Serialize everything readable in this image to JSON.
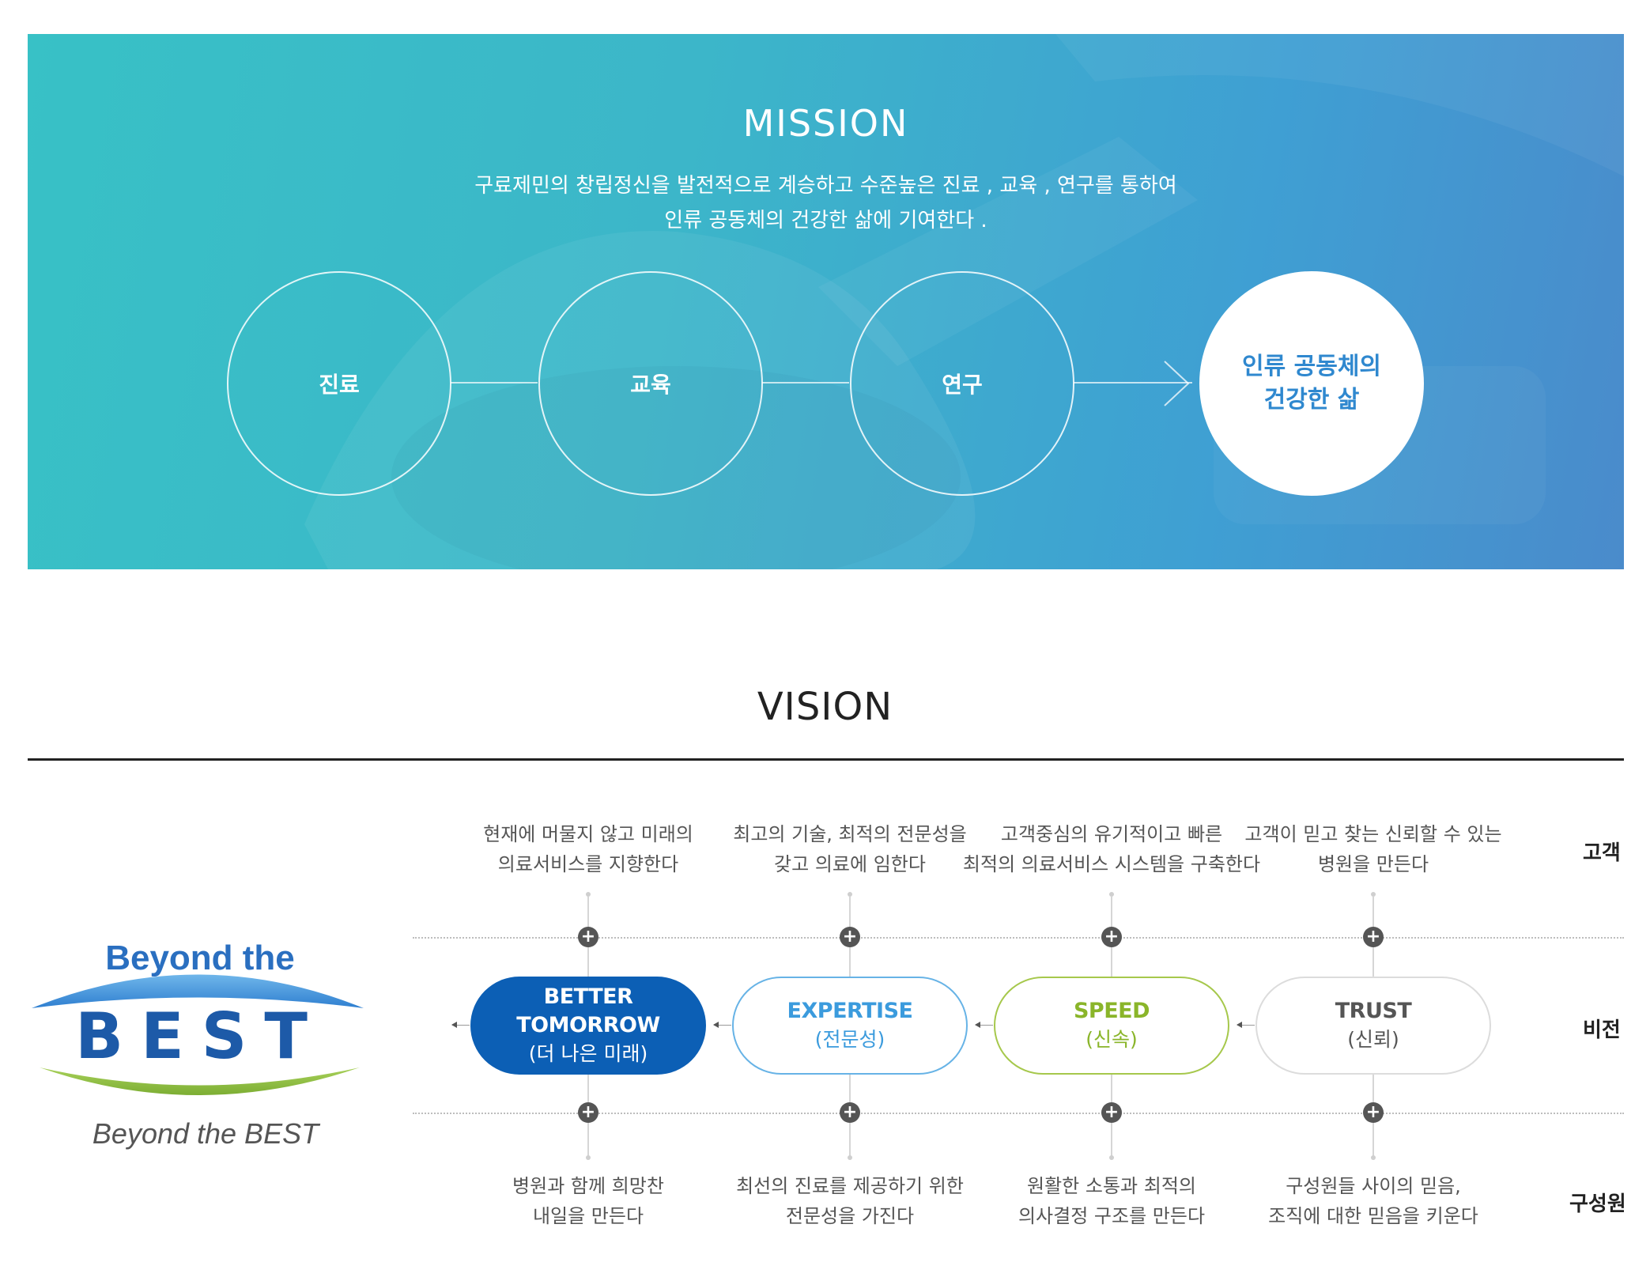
{
  "mission": {
    "title": "MISSION",
    "description_line1": "구료제민의 창립정신을 발전적으로 계승하고 수준높은 진료 , 교육 , 연구를 통하여",
    "description_line2": "인류 공동체의 건강한 삶에 기여한다 .",
    "circles": [
      "진료",
      "교육",
      "연구"
    ],
    "goal_line1": "인류 공동체의",
    "goal_line2": "건강한 삶"
  },
  "vision": {
    "title": "VISION",
    "logo_top_text": "Beyond the",
    "logo_main_text": "BEST",
    "logo_caption": "Beyond the BEST",
    "side_labels": {
      "top": "고객",
      "middle": "비전",
      "bottom": "구성원"
    },
    "columns": [
      {
        "top": [
          "현재에 머물지 않고 미래의",
          "의료서비스를 지향한다"
        ],
        "pill_title": "BETTER TOMORROW",
        "pill_sub": "(더 나은 미래)",
        "bottom": [
          "병원과 함께 희망찬",
          "내일을 만든다"
        ]
      },
      {
        "top": [
          "최고의 기술, 최적의 전문성을",
          "갖고 의료에 임한다"
        ],
        "pill_title": "EXPERTISE",
        "pill_sub": "(전문성)",
        "bottom": [
          "최선의 진료를 제공하기 위한",
          "전문성을 가진다"
        ]
      },
      {
        "top": [
          "고객중심의 유기적이고 빠른",
          "최적의 의료서비스 시스템을 구축한다"
        ],
        "pill_title": "SPEED",
        "pill_sub": "(신속)",
        "bottom": [
          "원활한 소통과 최적의",
          "의사결정 구조를 만든다"
        ]
      },
      {
        "top": [
          "고객이 믿고 찾는 신뢰할 수 있는",
          "병원을 만든다"
        ],
        "pill_title": "TRUST",
        "pill_sub": "(신뢰)",
        "bottom": [
          "구성원들 사이의 믿음,",
          "조직에 대한 믿음을 키운다"
        ]
      }
    ],
    "plus_icon": "+"
  },
  "colors": {
    "mission_gradient_start": "#38c1c6",
    "mission_gradient_end": "#4a8bcb",
    "better_tomorrow": "#0c5fb5",
    "expertise": "#3b9bdd",
    "speed": "#8ab52a",
    "trust": "#555555",
    "logo_blue": "#1d5aa8",
    "logo_green": "#8cbf3f"
  }
}
